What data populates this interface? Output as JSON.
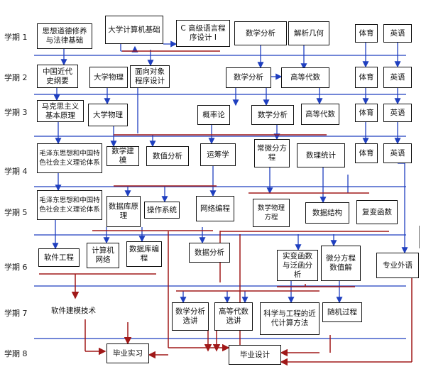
{
  "semesters": [
    "学期 1",
    "学期 2",
    "学期 3",
    "学期 4",
    "学期 5",
    "学期 6",
    "学期 7",
    "学期 8"
  ],
  "courses": {
    "ideology_law": "思想道德修养与法律基础",
    "cs_basics": "大学计算机基础",
    "c_programming": "C 高级语言程序设计 I",
    "math_analysis_1": "数学分析",
    "analytic_geometry": "解析几何",
    "pe_1": "体育",
    "english_1": "英语",
    "modern_history": "中国近代史纲要",
    "physics_1": "大学物理",
    "oop": "面向对象程序设计",
    "math_analysis_2": "数学分析",
    "advanced_algebra_2": "高等代数",
    "pe_2": "体育",
    "english_2": "英语",
    "marxism": "马克思主义基本原理",
    "physics_2": "大学物理",
    "probability": "概率论",
    "math_analysis_3": "数学分析",
    "advanced_algebra_3": "高等代数",
    "pe_3": "体育",
    "english_3": "英语",
    "mao_1": "毛泽东思想和中国特色社会主义理论体系",
    "discrete_math": "数学建模",
    "numerical_analysis": "数值分析",
    "operations_research": "运筹学",
    "ode": "常微分方程",
    "math_statistics": "数理统计",
    "pe_4": "体育",
    "english_4": "英语",
    "mao_2": "毛泽东思想和中国特色社会主义理论体系",
    "database_principles": "数据库原理",
    "os": "操作系统",
    "network_programming": "网络编程",
    "pde": "数学物理方程",
    "data_structures": "数据结构",
    "complex_functions": "复变函数",
    "software_engineering": "软件工程",
    "computer_network": "计算机网络",
    "database_programming": "数据库编程",
    "data_analysis": "数据分析",
    "real_functional": "实变函数与泛函分析",
    "numerical_de": "微分方程数值解",
    "professional_english": "专业外语",
    "software_modeling": "软件建模技术",
    "math_analysis_lecture": "数学分析选讲",
    "algebra_lecture": "高等代数选讲",
    "sci_computing": "科学与工程的近代计算方法",
    "stochastic": "随机过程",
    "internship": "毕业实习",
    "thesis": "毕业设计"
  },
  "colors": {
    "semester_line": "#1f3fbf",
    "blue_arrow": "#1f3fbf",
    "red_arrow": "#a01818",
    "box_border": "#111111"
  }
}
